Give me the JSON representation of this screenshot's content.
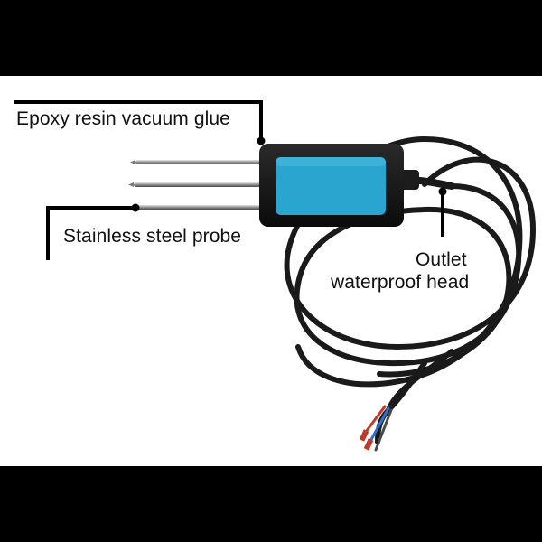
{
  "labels": {
    "epoxy": "Epoxy resin vacuum glue",
    "probe": "Stainless steel probe",
    "outlet_line1": "Outlet",
    "outlet_line2": "waterproof head"
  },
  "colors": {
    "background": "#ffffff",
    "frame": "#000000",
    "sensor_body": "#151515",
    "sensor_window": "#2aa5cf",
    "cable": "#1a1a1a",
    "wire_red": "#c0392b",
    "wire_blue": "#2f6fd0",
    "probe_steel": "#9a9a9a"
  }
}
